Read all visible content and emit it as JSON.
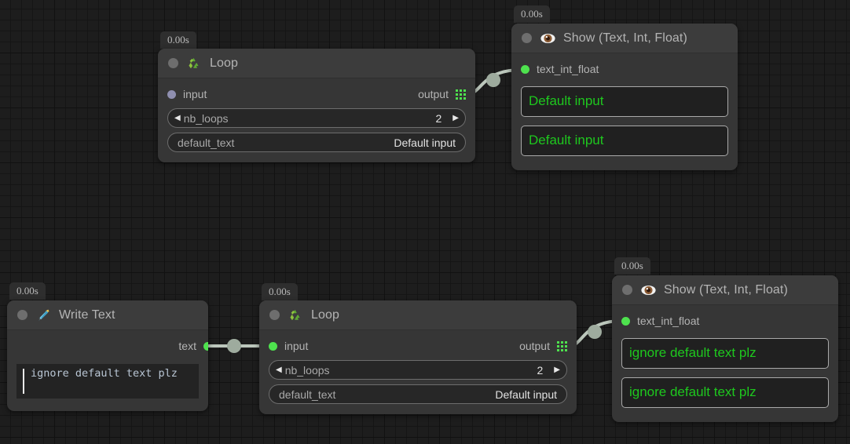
{
  "canvas": {
    "background": "#1d1d1d",
    "grid_minor": "#151515",
    "grid_major": "#111111",
    "accent_green": "#4ee24e",
    "value_green": "#1ec81e"
  },
  "nodes": [
    {
      "id": "loop-top",
      "timer": "0.00s",
      "icon": "recycle-icon",
      "title": "Loop",
      "input_label": "input",
      "output_label": "output",
      "input_connected": false,
      "fields": [
        {
          "name": "nb_loops",
          "value": "2",
          "type": "stepper",
          "left_arrow": "◀",
          "right_arrow": "▶"
        },
        {
          "name": "default_text",
          "value": "Default input",
          "type": "text"
        }
      ]
    },
    {
      "id": "show-top",
      "timer": "0.00s",
      "icon": "eye-icon",
      "title": "Show (Text, Int, Float)",
      "input_label": "text_int_float",
      "input_connected": true,
      "values": [
        "Default input",
        "Default input"
      ]
    },
    {
      "id": "write-text",
      "timer": "0.00s",
      "icon": "pen-nib-icon",
      "title": "Write Text",
      "output_label": "text",
      "output_connected": true,
      "text_value": "ignore default text plz"
    },
    {
      "id": "loop-bottom",
      "timer": "0.00s",
      "icon": "recycle-icon",
      "title": "Loop",
      "input_label": "input",
      "output_label": "output",
      "input_connected": true,
      "fields": [
        {
          "name": "nb_loops",
          "value": "2",
          "type": "stepper",
          "left_arrow": "◀",
          "right_arrow": "▶"
        },
        {
          "name": "default_text",
          "value": "Default input",
          "type": "text"
        }
      ]
    },
    {
      "id": "show-bottom",
      "timer": "0.00s",
      "icon": "eye-icon",
      "title": "Show (Text, Int, Float)",
      "input_label": "text_int_float",
      "input_connected": true,
      "values": [
        "ignore default text plz",
        "ignore default text plz"
      ]
    }
  ],
  "edges": [
    {
      "id": "edge-loop-top-to-show-top",
      "from": "loop-top output",
      "to": "show-top text_int_float",
      "color": "#bcc7bc"
    },
    {
      "id": "edge-write-to-loop-bottom",
      "from": "write-text text",
      "to": "loop-bottom input",
      "color": "#bcc7bc"
    },
    {
      "id": "edge-loop-bottom-to-show-bot",
      "from": "loop-bottom output",
      "to": "show-bottom text_int_float",
      "color": "#bcc7bc"
    }
  ]
}
